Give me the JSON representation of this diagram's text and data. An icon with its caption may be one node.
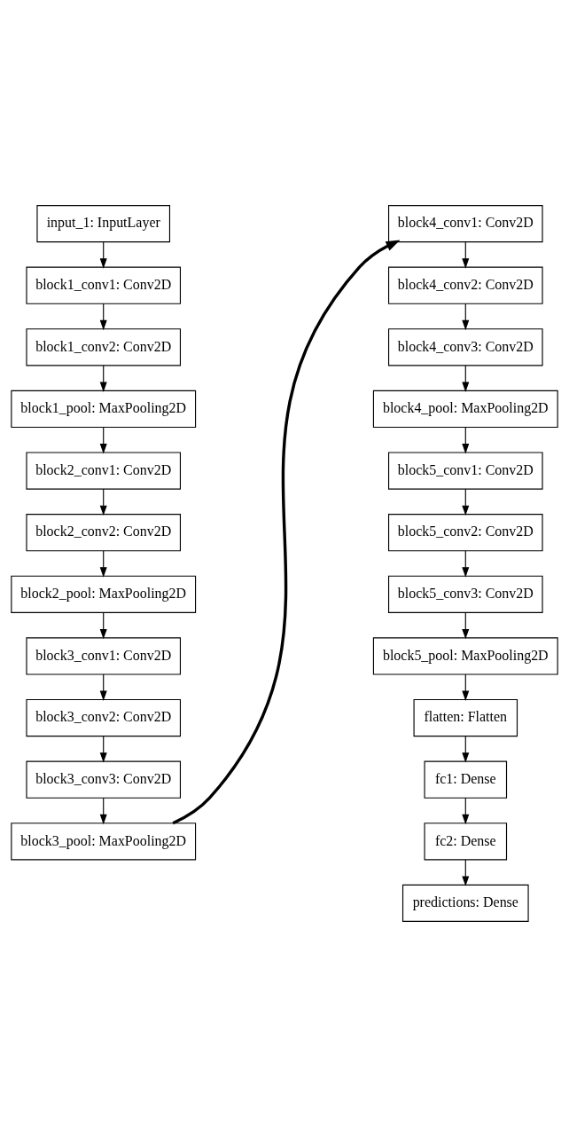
{
  "diagram": {
    "nodes": [
      {
        "text": [
          "input_1: InputLayer"
        ]
      },
      {
        "text": [
          "block1_conv1: Conv2D"
        ]
      },
      {
        "text": [
          "block1_conv2: Conv2D"
        ]
      },
      {
        "text": [
          "block1_pool: MaxPooling2D"
        ]
      },
      {
        "text": [
          "block2_conv1: Conv2D"
        ]
      },
      {
        "text": [
          "block2_conv2: Conv2D"
        ]
      },
      {
        "text": [
          "block2_pool: MaxPooling2D"
        ]
      },
      {
        "text": [
          "block3_conv1: Conv2D"
        ]
      },
      {
        "text": [
          "block3_conv2: Conv2D"
        ]
      },
      {
        "text": [
          "block3_conv3: Conv2D"
        ]
      },
      {
        "text": [
          "block3_pool: MaxPooling2D"
        ]
      },
      {
        "text": [
          "block4_conv1: Conv2D"
        ]
      },
      {
        "text": [
          "block4_conv2: Conv2D"
        ]
      },
      {
        "text": [
          "block4_conv3: Conv2D"
        ]
      },
      {
        "text": [
          "block4_pool: MaxPooling2D"
        ]
      },
      {
        "text": [
          "block5_conv1: Conv2D"
        ]
      },
      {
        "text": [
          "block5_conv2: Conv2D"
        ]
      },
      {
        "text": [
          "block5_conv3: Conv2D"
        ]
      },
      {
        "text": [
          "block5_pool: MaxPooling2D"
        ]
      },
      {
        "text": [
          "flatten: Flatten"
        ]
      },
      {
        "text": [
          "fc1: Dense"
        ]
      },
      {
        "text": [
          "fc2: Dense"
        ]
      },
      {
        "text": [
          "predictions: Dense"
        ]
      }
    ],
    "edges": [
      {
        "from": 0,
        "to": 1,
        "arrow": "to"
      },
      {
        "from": 1,
        "to": 2,
        "arrow": "to"
      },
      {
        "from": 2,
        "to": 3,
        "arrow": "to"
      },
      {
        "from": 3,
        "to": 4,
        "arrow": "to"
      },
      {
        "from": 4,
        "to": 5,
        "arrow": "to"
      },
      {
        "from": 5,
        "to": 6,
        "arrow": "to"
      },
      {
        "from": 6,
        "to": 7,
        "arrow": "to"
      },
      {
        "from": 7,
        "to": 8,
        "arrow": "to"
      },
      {
        "from": 8,
        "to": 9,
        "arrow": "to"
      },
      {
        "from": 9,
        "to": 10,
        "arrow": "to"
      },
      {
        "from": 10,
        "to": 11,
        "arrow": "to",
        "style": "thick"
      },
      {
        "from": 11,
        "to": 12,
        "arrow": "to"
      },
      {
        "from": 12,
        "to": 13,
        "arrow": "to"
      },
      {
        "from": 13,
        "to": 14,
        "arrow": "to"
      },
      {
        "from": 14,
        "to": 15,
        "arrow": "to"
      },
      {
        "from": 15,
        "to": 16,
        "arrow": "to"
      },
      {
        "from": 16,
        "to": 17,
        "arrow": "to"
      },
      {
        "from": 17,
        "to": 18,
        "arrow": "to"
      },
      {
        "from": 18,
        "to": 19,
        "arrow": "to"
      },
      {
        "from": 19,
        "to": 20,
        "arrow": "to"
      },
      {
        "from": 20,
        "to": 21,
        "arrow": "to"
      },
      {
        "from": 21,
        "to": 22,
        "arrow": "to"
      }
    ]
  }
}
